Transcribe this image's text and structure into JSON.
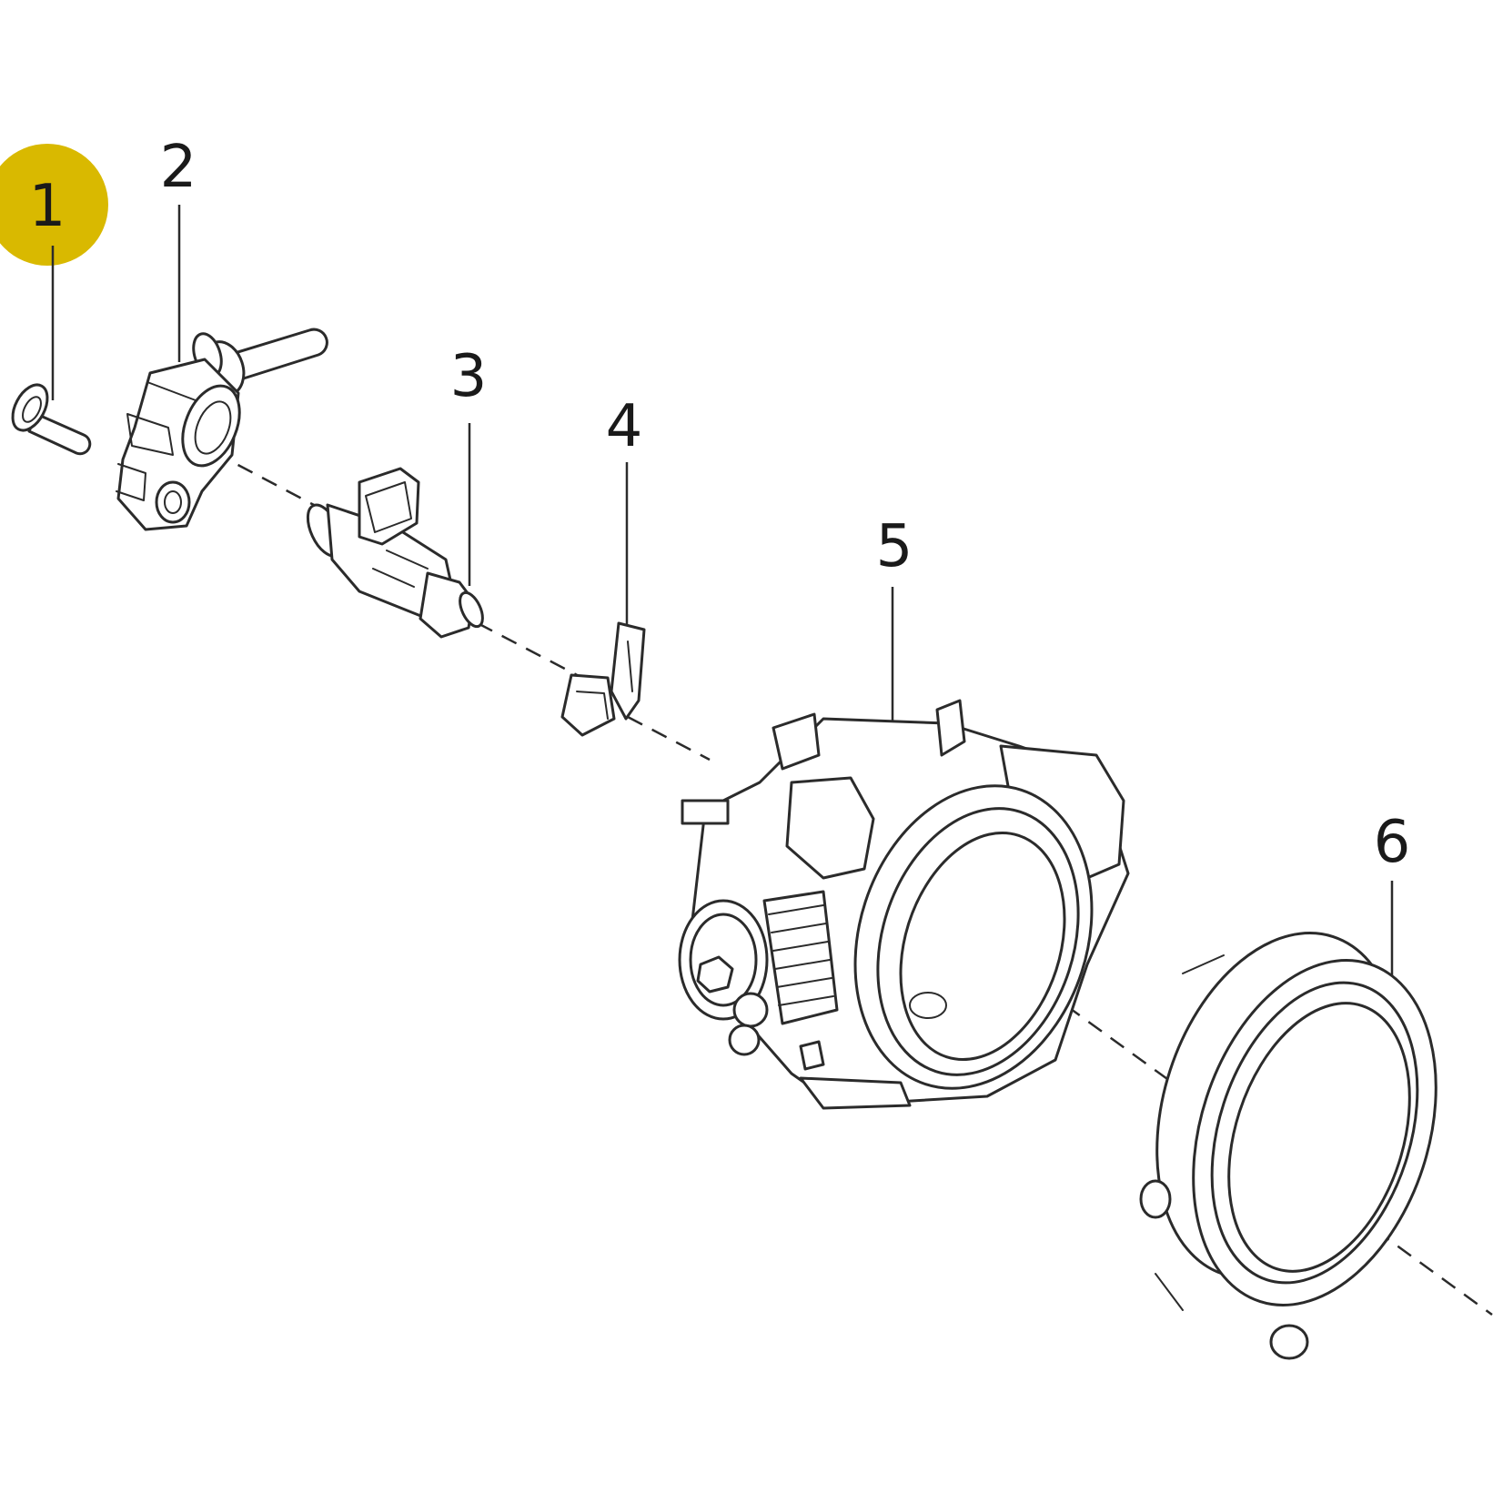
{
  "callouts": [
    {
      "number": "1",
      "part": "pin"
    },
    {
      "number": "2",
      "part": "connector"
    },
    {
      "number": "3",
      "part": "injector"
    },
    {
      "number": "4",
      "part": "clip"
    },
    {
      "number": "5",
      "part": "throttle-body"
    },
    {
      "number": "6",
      "part": "sleeve"
    }
  ],
  "highlighted_callout": "1",
  "colors": {
    "highlight": "#d9b900",
    "line": "#2b2b2b",
    "background": "#ffffff"
  }
}
